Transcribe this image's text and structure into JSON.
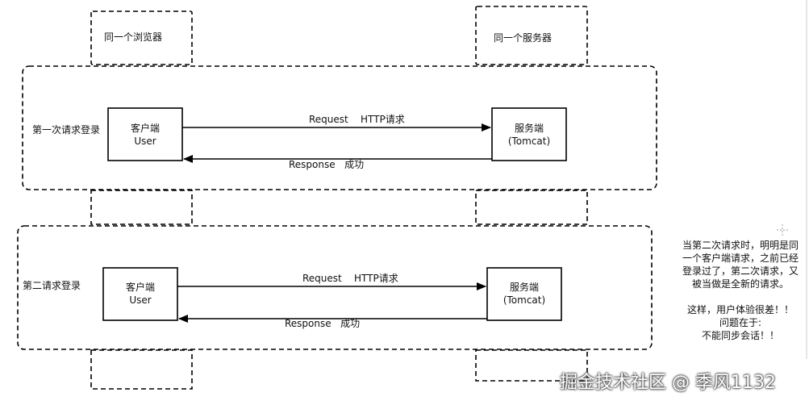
{
  "labels": {
    "browser_group": "同一个浏览器",
    "server_group": "同一个服务器",
    "first_login": "第一次请求登录",
    "second_login": "第二请求登录"
  },
  "row1": {
    "client_line1": "客户端",
    "client_line2": "User",
    "server_line1": "服务端",
    "server_line2": "(Tomcat)",
    "request_label": "Request    HTTP请求",
    "response_label": "Response   成功"
  },
  "row2": {
    "client_line1": "客户端",
    "client_line2": "User",
    "server_line1": "服务端",
    "server_line2": "(Tomcat)",
    "request_label": "Request    HTTP请求",
    "response_label": "Response   成功"
  },
  "note": {
    "lines": [
      "当第二次请求时，明明是同",
      "一个客户端请求，之前已经",
      "登录过了，第二次请求，又",
      "被当做是全新的请求。",
      "",
      "这样，用户体验很差！！",
      "问题在于:",
      "不能同步会话！！"
    ]
  },
  "watermark": "掘金技术社区 @ 季风1132"
}
